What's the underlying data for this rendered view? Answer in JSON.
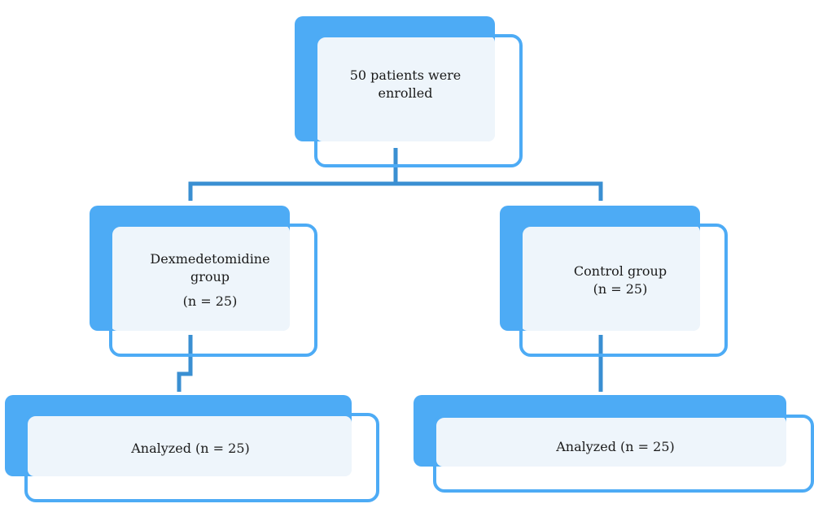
{
  "colors": {
    "box_fill": "#4dabf5",
    "box_inner": "#eef5fb",
    "connector": "#3a8fd2"
  },
  "nodes": {
    "enrolled": {
      "line1": "50 patients were",
      "line2": "enrolled"
    },
    "dex_group": {
      "line1": "Dexmedetomidine",
      "line2": "group",
      "count": "(n = 25)"
    },
    "control_group": {
      "line1": "Control group",
      "count": "(n = 25)"
    },
    "dex_analyzed": {
      "label": "Analyzed (n = 25)"
    },
    "control_analyzed": {
      "label": "Analyzed (n = 25)"
    }
  }
}
